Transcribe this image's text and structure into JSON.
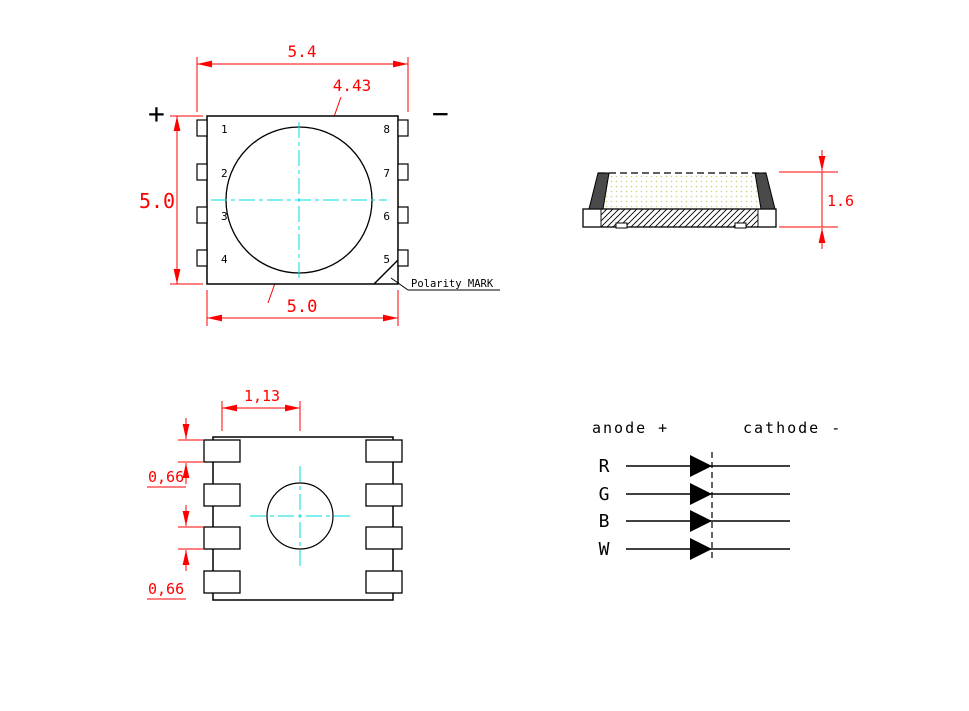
{
  "colors": {
    "dimension": "#ff0000",
    "outline": "#000000",
    "centerline": "#00dcdc",
    "phosphor_dots": "#cfcf86"
  },
  "top_view": {
    "dim_overall_width": "5.4",
    "dim_lens_diameter": "4.43",
    "dim_body_height": "5.0",
    "dim_body_width": "5.0",
    "plus_sign": "+",
    "minus_sign": "−",
    "pins_left": [
      "1",
      "2",
      "3",
      "4"
    ],
    "pins_right": [
      "8",
      "7",
      "6",
      "5"
    ],
    "polarity_label": "Polarity MARK"
  },
  "side_view": {
    "dim_height": "1.6"
  },
  "bottom_view": {
    "dim_pad_span": "1,13",
    "dim_pad_width_top": "0,66",
    "dim_pad_width_bottom": "0,66"
  },
  "circuit": {
    "anode_label": "anode +",
    "cathode_label": "cathode -",
    "channels": [
      "R",
      "G",
      "B",
      "W"
    ]
  }
}
